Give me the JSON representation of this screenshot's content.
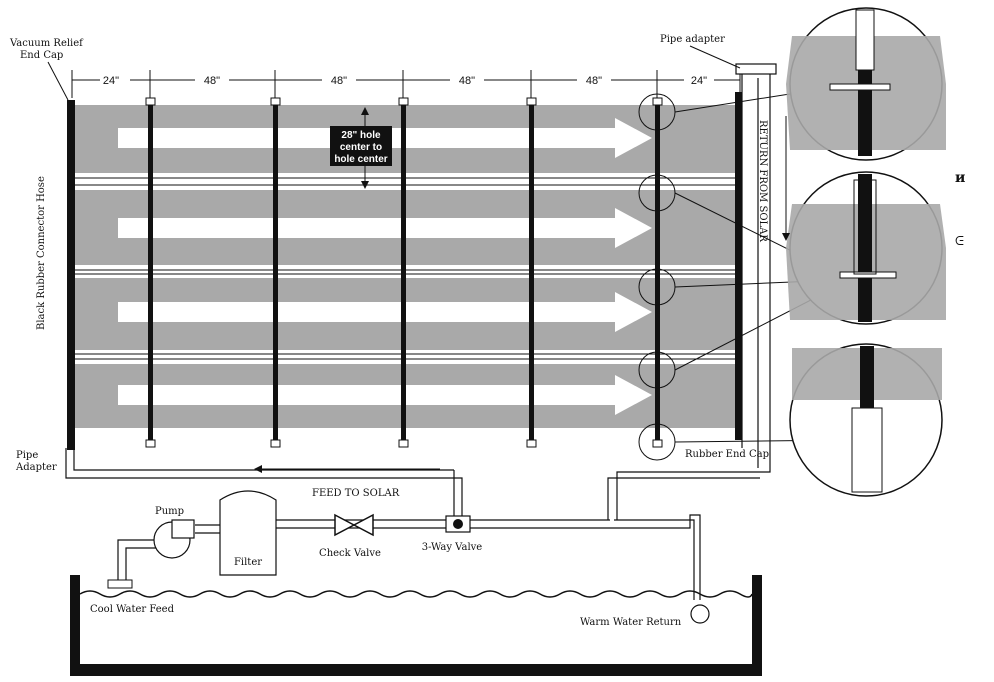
{
  "labels": {
    "vacuum_relief": [
      "Vacuum Relief",
      "End Cap"
    ],
    "pipe_adapter_top": "Pipe adapter",
    "pipe_adapter_left": [
      "Pipe",
      "Adapter"
    ],
    "hose_label": "Black Rubber Connector Hose",
    "return_from_solar": "RETURN FROM SOLAR",
    "rubber_end_cap": "Rubber End Cap",
    "feed_to_solar": "FEED TO SOLAR",
    "pump": "Pump",
    "filter": "Filter",
    "check_valve": "Check Valve",
    "three_way_valve": "3-Way Valve",
    "cool_water_feed": "Cool Water Feed",
    "warm_water_return": "Warm Water Return",
    "hole_spacing": [
      "28\" hole",
      "center to",
      "hole center"
    ],
    "stray_glyph_1": "и",
    "stray_glyph_2": "ᕮ"
  },
  "dimensions": [
    "24\"",
    "48\"",
    "48\"",
    "48\"",
    "48\"",
    "24\""
  ],
  "colors": {
    "panel": "#a9a9a9",
    "line": "#111111",
    "arrow": "#ffffff"
  }
}
